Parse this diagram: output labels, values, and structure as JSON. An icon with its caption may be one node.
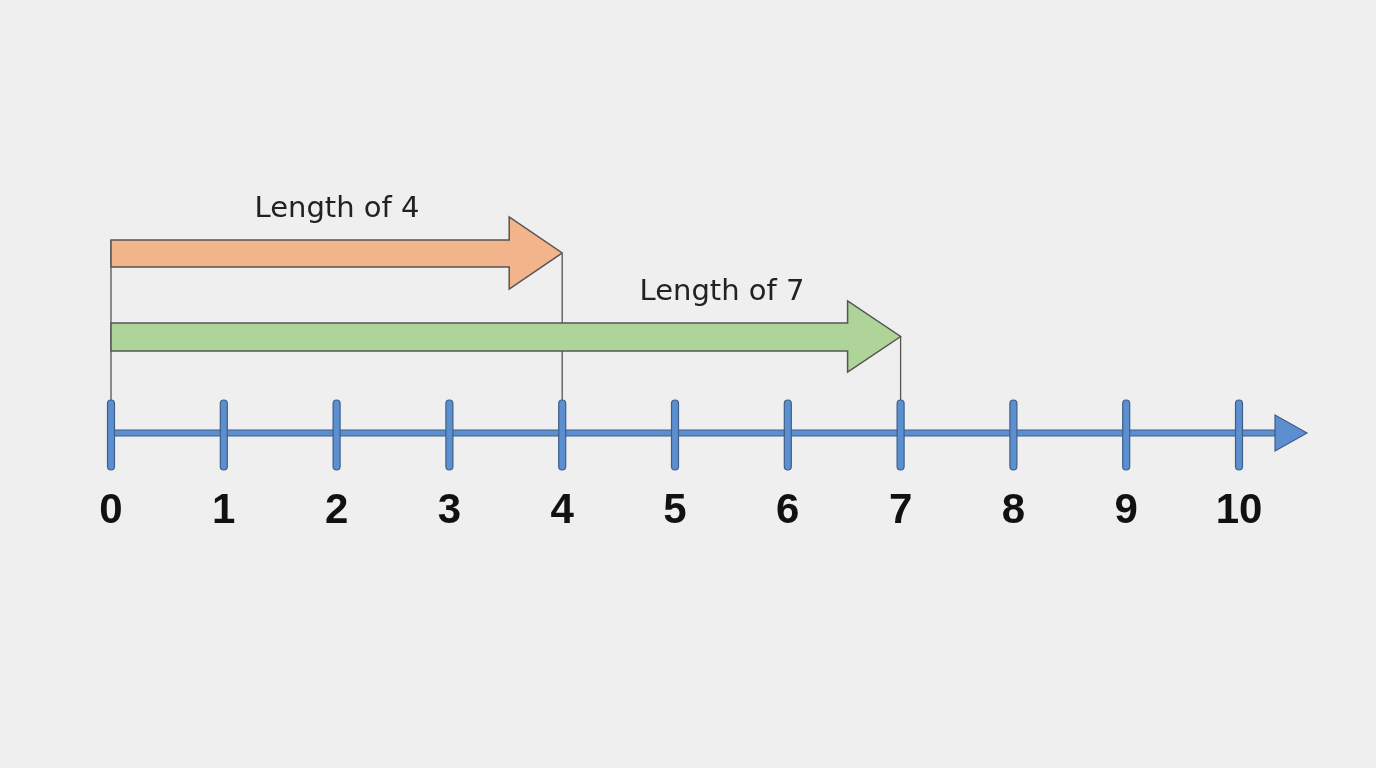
{
  "diagram": {
    "nodes": [
      {
        "text": [
          "Length of 4"
        ]
      },
      {
        "text": [
          "Length of 7"
        ]
      }
    ],
    "labels": [
      "0",
      "1",
      "2",
      "3",
      "4",
      "5",
      "6",
      "7",
      "8",
      "9",
      "10"
    ]
  }
}
